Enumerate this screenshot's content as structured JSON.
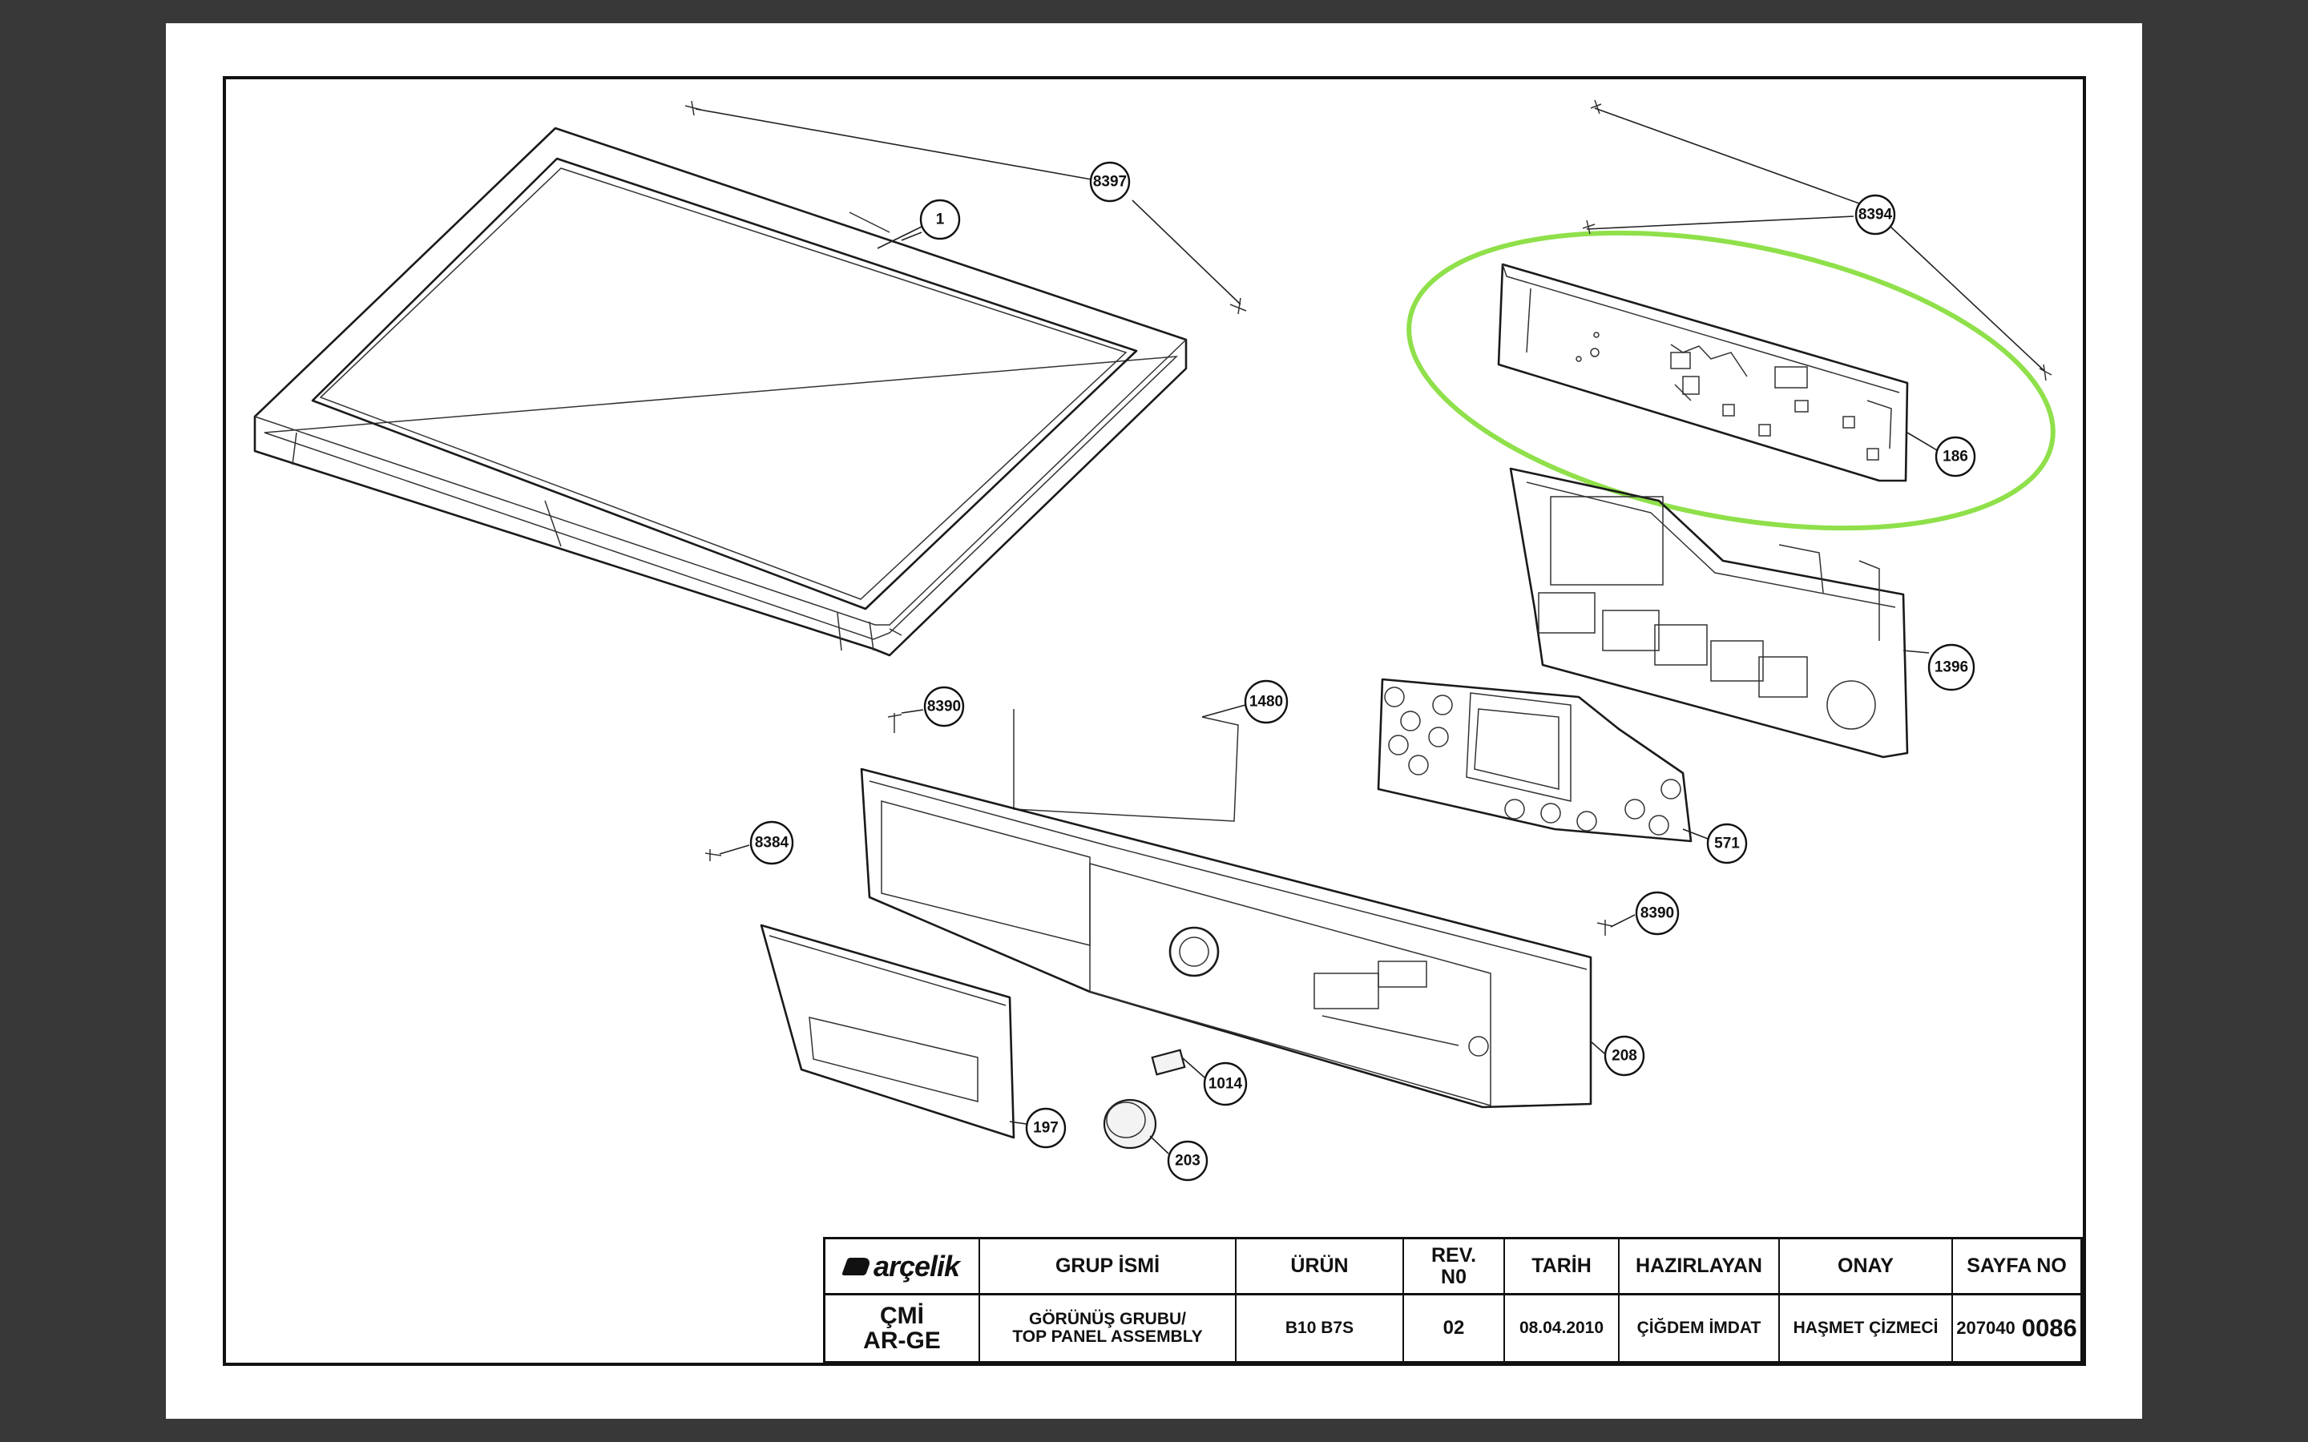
{
  "callouts": [
    {
      "id": "c-8397",
      "label": "8397"
    },
    {
      "id": "c-1",
      "label": "1"
    },
    {
      "id": "c-8394",
      "label": "8394"
    },
    {
      "id": "c-186",
      "label": "186"
    },
    {
      "id": "c-1396",
      "label": "1396"
    },
    {
      "id": "c-8390a",
      "label": "8390"
    },
    {
      "id": "c-1480",
      "label": "1480"
    },
    {
      "id": "c-8384",
      "label": "8384"
    },
    {
      "id": "c-571",
      "label": "571"
    },
    {
      "id": "c-8390b",
      "label": "8390"
    },
    {
      "id": "c-1014",
      "label": "1014"
    },
    {
      "id": "c-208",
      "label": "208"
    },
    {
      "id": "c-197",
      "label": "197"
    },
    {
      "id": "c-203",
      "label": "203"
    }
  ],
  "highlight_color": "#8fe04a",
  "title_block": {
    "brand": "arçelik",
    "headers": {
      "group_name": "GRUP İSMİ",
      "product": "ÜRÜN",
      "rev_no_line1": "REV.",
      "rev_no_line2": "N0",
      "date": "TARİH",
      "prepared_by": "HAZIRLAYAN",
      "approved_by": "ONAY",
      "page_no": "SAYFA NO"
    },
    "values": {
      "dept_line1": "ÇMİ",
      "dept_line2": "AR-GE",
      "group_line1": "GÖRÜNÜŞ GRUBU/",
      "group_line2": "TOP PANEL ASSEMBLY",
      "product": "B10 B7S",
      "rev_no": "02",
      "date": "08.04.2010",
      "prepared_by": "ÇİĞDEM İMDAT",
      "approved_by": "HAŞMET ÇİZMECİ",
      "page_prefix": "207040",
      "page_suffix": "0086"
    }
  }
}
